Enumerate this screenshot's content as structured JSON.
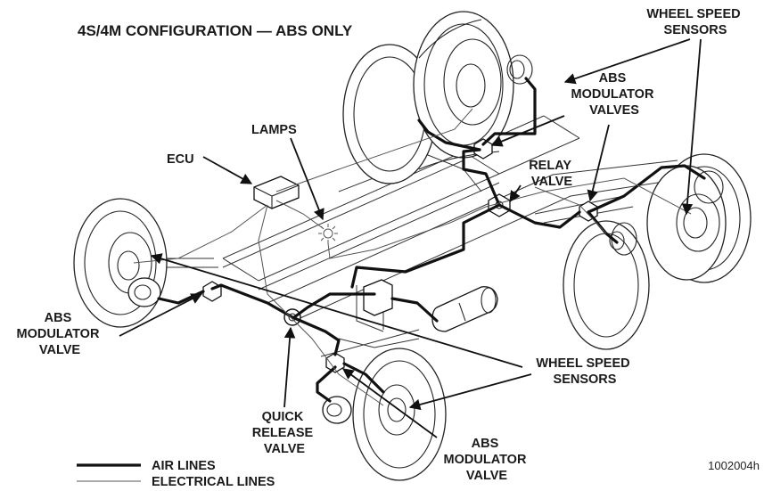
{
  "title": "4S/4M CONFIGURATION — ABS ONLY",
  "labels": {
    "wheel_speed_sensors_top": [
      "WHEEL SPEED",
      "SENSORS"
    ],
    "abs_modulator_valves_top": [
      "ABS",
      "MODULATOR",
      "VALVES"
    ],
    "lamps": "LAMPS",
    "ecu": "ECU",
    "relay_valve": [
      "RELAY",
      "VALVE"
    ],
    "abs_modulator_valve_left": [
      "ABS",
      "MODULATOR",
      "VALVE"
    ],
    "wheel_speed_sensors_bottom": [
      "WHEEL SPEED",
      "SENSORS"
    ],
    "quick_release_valve": [
      "QUICK",
      "RELEASE",
      "VALVE"
    ],
    "abs_modulator_valve_bottom": [
      "ABS",
      "MODULATOR",
      "VALVE"
    ]
  },
  "legend": {
    "air_lines": "AIR LINES",
    "electrical_lines": "ELECTRICAL LINES"
  },
  "figure_code": "1002004h"
}
